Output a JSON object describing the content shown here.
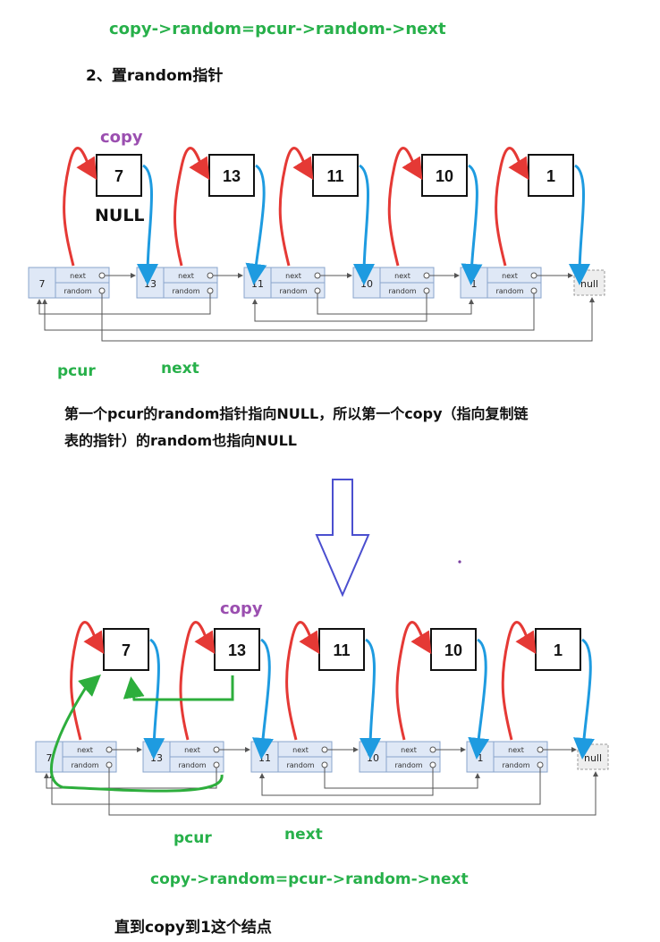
{
  "header": {
    "code_top": "copy->random=pcur->random->next",
    "step_title": "2、置random指针"
  },
  "diagram1": {
    "copy_label": "copy",
    "null_label": "NULL",
    "copy_boxes": [
      "7",
      "13",
      "11",
      "10",
      "1"
    ],
    "orig_values": [
      "7",
      "13",
      "11",
      "10",
      "1"
    ],
    "field_next": "next",
    "field_random": "random",
    "null_node": "null",
    "pcur_label": "pcur",
    "next_label": "next"
  },
  "explanation": {
    "line1": "第一个pcur的random指针指向NULL，所以第一个copy（指向复制链",
    "line2": "表的指针）的random也指向NULL"
  },
  "diagram2": {
    "copy_label": "copy",
    "copy_boxes": [
      "7",
      "13",
      "11",
      "10",
      "1"
    ],
    "orig_values": [
      "7",
      "13",
      "11",
      "10",
      "1"
    ],
    "field_next": "next",
    "field_random": "random",
    "null_node": "null",
    "pcur_label": "pcur",
    "next_label": "next"
  },
  "footer": {
    "code_bottom": "copy->random=pcur->random->next",
    "final_note": "直到copy到1这个结点"
  },
  "colors": {
    "green_text": "#27b04a",
    "purple_text": "#9b4fb0",
    "red_arrow": "#e53935",
    "blue_arrow": "#1e9be0",
    "green_arrow": "#2dae3c",
    "down_arrow": "#4b4fcf",
    "node_fill": "#dfe8f6",
    "node_border": "#8aa4cc"
  }
}
